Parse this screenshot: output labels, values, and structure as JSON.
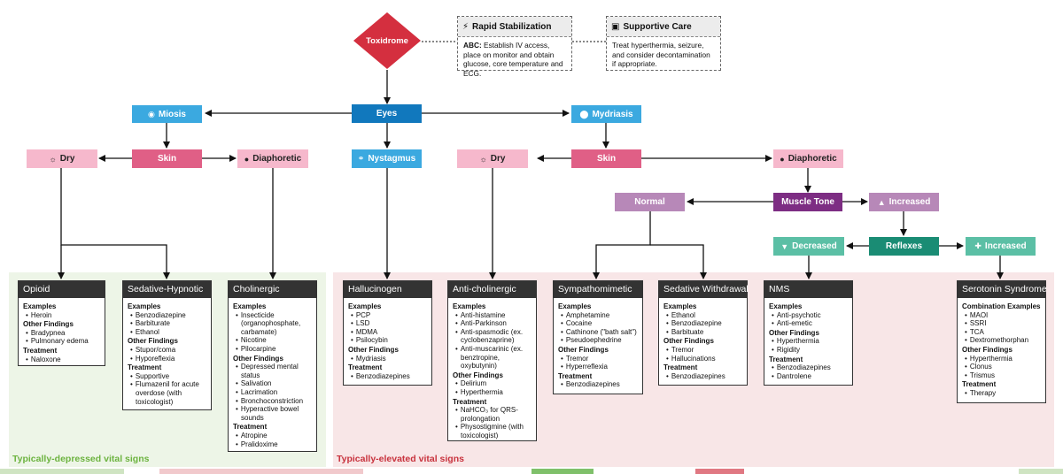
{
  "nodes": {
    "toxidrome": "Toxidrome",
    "eyes": "Eyes",
    "miosis": "Miosis",
    "mydriasis": "Mydriasis",
    "nystagmus": "Nystagmus",
    "skin_left": "Skin",
    "dry_left": "Dry",
    "diaphoretic_left": "Diaphoretic",
    "skin_right": "Skin",
    "dry_right": "Dry",
    "diaphoretic_right": "Diaphoretic",
    "normal": "Normal",
    "muscle_tone": "Muscle Tone",
    "increased_tone": "Increased",
    "reflexes": "Reflexes",
    "decreased_reflexes": "Decreased",
    "increased_reflexes": "Increased"
  },
  "notes": {
    "stabilization": {
      "title": "Rapid Stabilization",
      "bold": "ABC:",
      "text": " Establish IV access, place on monitor and obtain glucose, core temperature and ECG."
    },
    "supportive": {
      "title": "Supportive Care",
      "text": "Treat hyperthermia, seizure, and consider decontamination if appropriate."
    }
  },
  "regions": {
    "depressed": "Typically-depressed vital signs",
    "elevated": "Typically-elevated vital signs"
  },
  "cards": [
    {
      "id": "opioid",
      "title": "Opioid",
      "sections": [
        {
          "heading": "Examples",
          "items": [
            "Heroin"
          ]
        },
        {
          "heading": "Other Findings",
          "items": [
            "Bradypnea",
            "Pulmonary edema"
          ]
        },
        {
          "heading": "Treatment",
          "items": [
            "Naloxone"
          ]
        }
      ]
    },
    {
      "id": "sedative",
      "title": "Sedative-Hypnotic",
      "sections": [
        {
          "heading": "Examples",
          "items": [
            "Benzodiazepine",
            "Barbiturate",
            "Ethanol"
          ]
        },
        {
          "heading": "Other Findings",
          "items": [
            "Stupor/coma",
            "Hyporeflexia"
          ]
        },
        {
          "heading": "Treatment",
          "items": [
            "Supportive",
            "Flumazenil for acute overdose (with toxicologist)"
          ]
        }
      ]
    },
    {
      "id": "cholinergic",
      "title": "Cholinergic",
      "sections": [
        {
          "heading": "Examples",
          "items": [
            "Insecticide (organophosphate, carbamate)",
            "Nicotine",
            "Pilocarpine"
          ]
        },
        {
          "heading": "Other Findings",
          "items": [
            "Depressed mental status",
            "Salivation",
            "Lacrimation",
            "Bronchoconstriction",
            "Hyperactive bowel sounds"
          ]
        },
        {
          "heading": "Treatment",
          "items": [
            "Atropine",
            "Pralidoxime"
          ]
        }
      ]
    },
    {
      "id": "hallucinogen",
      "title": "Hallucinogen",
      "sections": [
        {
          "heading": "Examples",
          "items": [
            "PCP",
            "LSD",
            "MDMA",
            "Psilocybin"
          ]
        },
        {
          "heading": "Other Findings",
          "items": [
            "Mydriasis"
          ]
        },
        {
          "heading": "Treatment",
          "items": [
            "Benzodiazepines"
          ]
        }
      ]
    },
    {
      "id": "anticholinergic",
      "title": "Anti-cholinergic",
      "sections": [
        {
          "heading": "Examples",
          "items": [
            "Anti-histamine",
            "Anti-Parkinson",
            "Anti-spasmodic (ex. cyclobenzaprine)",
            "Anti-muscarinic (ex. benztropine, oxybutynin)"
          ]
        },
        {
          "heading": "Other Findings",
          "items": [
            "Delirium",
            "Hyperthermia"
          ]
        },
        {
          "heading": "Treatment",
          "items": [
            "NaHCO₃ for QRS-prolongation",
            "Physostigmine (with toxicologist)"
          ]
        }
      ]
    },
    {
      "id": "sympathomimetic",
      "title": "Sympathomimetic",
      "sections": [
        {
          "heading": "Examples",
          "items": [
            "Amphetamine",
            "Cocaine",
            "Cathinone (\"bath salt\")",
            "Pseudoephedrine"
          ]
        },
        {
          "heading": "Other Findings",
          "items": [
            "Tremor",
            "Hyperreflexia"
          ]
        },
        {
          "heading": "Treatment",
          "items": [
            "Benzodiazepines"
          ]
        }
      ]
    },
    {
      "id": "withdrawal",
      "title": "Sedative Withdrawal",
      "sections": [
        {
          "heading": "Examples",
          "items": [
            "Ethanol",
            "Benzodiazepine",
            "Barbituate"
          ]
        },
        {
          "heading": "Other Findings",
          "items": [
            "Tremor",
            "Hallucinations"
          ]
        },
        {
          "heading": "Treatment",
          "items": [
            "Benzodiazepines"
          ]
        }
      ]
    },
    {
      "id": "nms",
      "title": "NMS",
      "sections": [
        {
          "heading": "Examples",
          "items": [
            "Anti-psychotic",
            "Anti-emetic"
          ]
        },
        {
          "heading": "Other Findings",
          "items": [
            "Hyperthermia",
            "Rigidity"
          ]
        },
        {
          "heading": "Treatment",
          "items": [
            "Benzodiazepines",
            "Dantrolene"
          ]
        }
      ]
    },
    {
      "id": "serotonin",
      "title": "Serotonin Syndrome",
      "sections": [
        {
          "heading": "Combination Examples",
          "items": [
            "MAOI",
            "SSRI",
            "TCA",
            "Dextromethorphan"
          ]
        },
        {
          "heading": "Other Findings",
          "items": [
            "Hyperthermia",
            "Clonus",
            "Trismus"
          ]
        },
        {
          "heading": "Treatment",
          "items": [
            "Therapy"
          ]
        }
      ]
    }
  ]
}
